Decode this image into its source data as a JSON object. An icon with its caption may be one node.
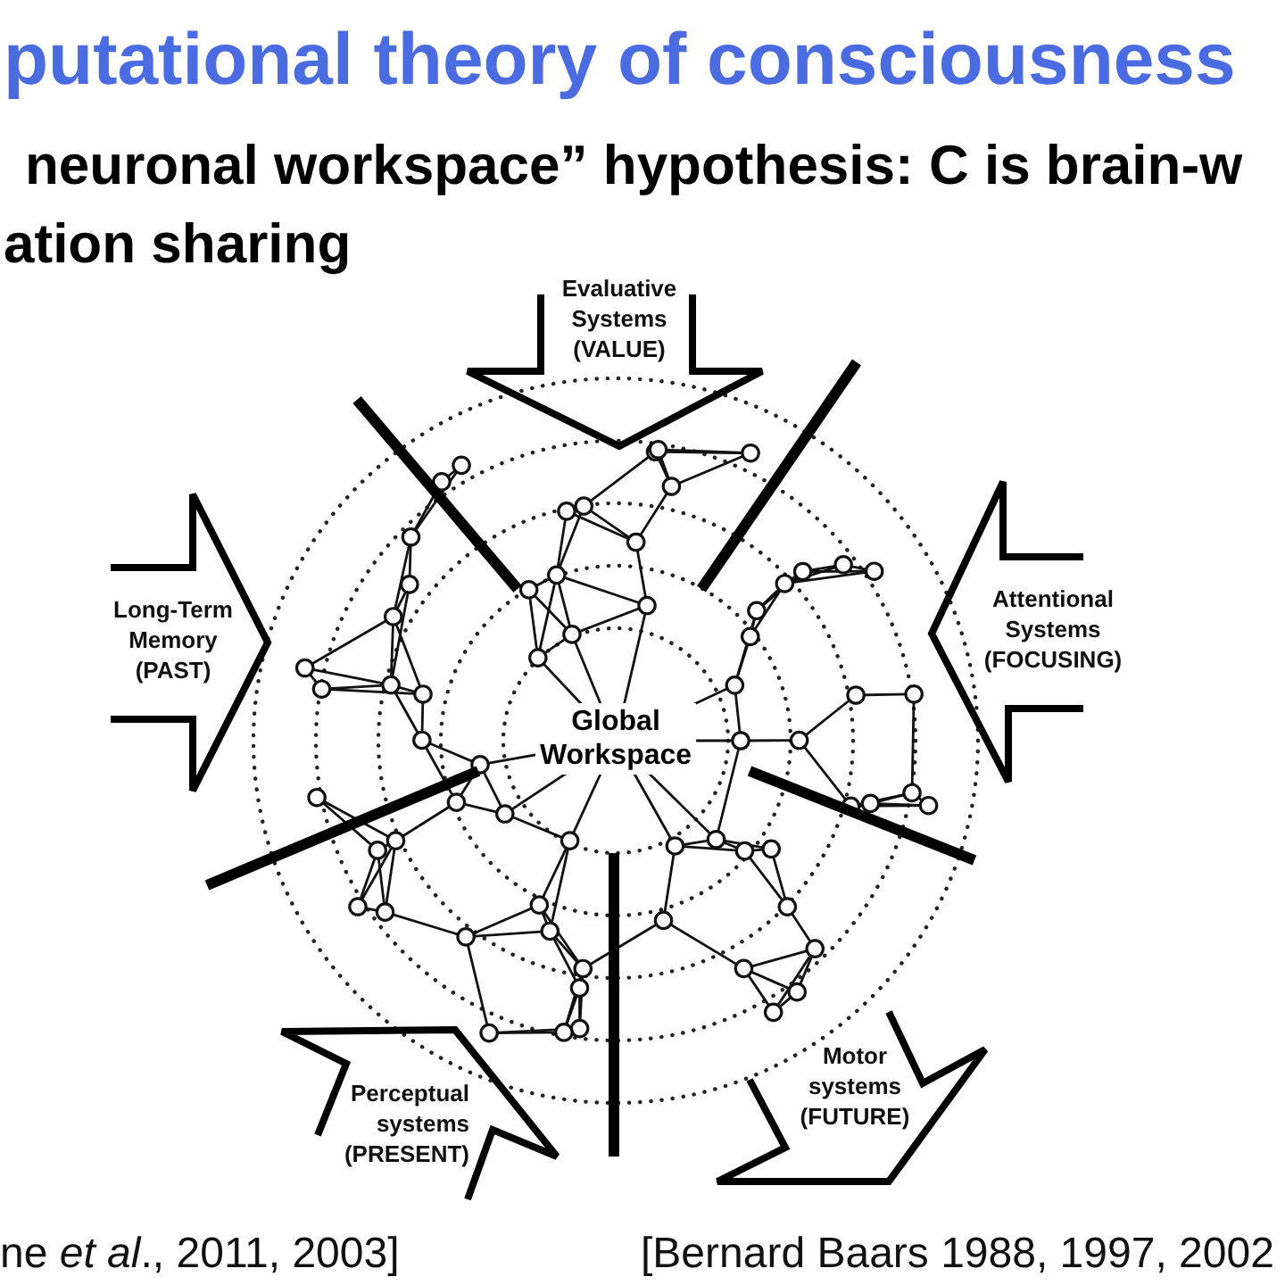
{
  "diagram": {
    "title": "putational theory of consciousness",
    "nodes": [
      {
        "text": [
          "Evaluative Systems (VALUE)"
        ]
      },
      {
        "text": [
          "Long-Term Memory (PAST)"
        ]
      },
      {
        "text": [
          "Attentional Systems (FOCUSING)"
        ]
      },
      {
        "text": [
          "Perceptual systems (PRESENT)"
        ]
      },
      {
        "text": [
          "Motor systems (FUTURE)"
        ]
      }
    ],
    "labels": [
      "neuronal workspace” hypothesis: C is brain-w",
      "ation sharing",
      "Global Workspace",
      "ne *et al*., 2011, 2003]",
      "[Bernard Baars 1988, 1997, 2002"
    ]
  }
}
